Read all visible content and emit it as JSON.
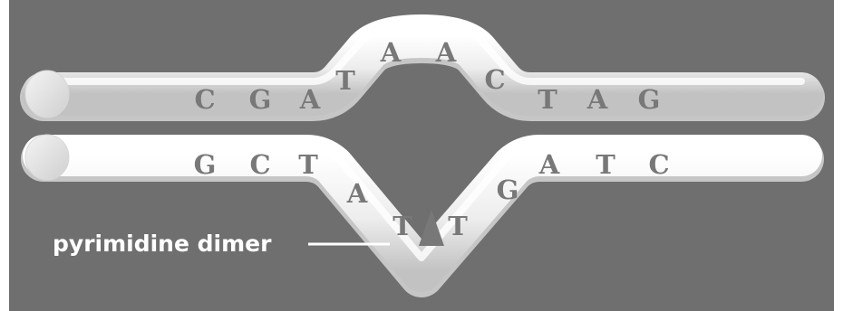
{
  "colors": {
    "background": "#6f6f6f",
    "frame": "#ffffff",
    "tube": "#ececec",
    "tube_highlight": "#ffffff",
    "tube_shadow": "#c4c4c4",
    "letters": "#787878",
    "dimer": "#6f6f6f",
    "label_text": "#ffffff"
  },
  "top_strand": {
    "bases": [
      "C",
      "G",
      "A",
      "T",
      "A",
      "A",
      "C",
      "T",
      "A",
      "G"
    ]
  },
  "bottom_strand": {
    "bases": [
      "G",
      "C",
      "T",
      "A",
      "T",
      "T",
      "G",
      "A",
      "T",
      "C"
    ]
  },
  "dimer": {
    "label": "pyrimidine dimer"
  }
}
